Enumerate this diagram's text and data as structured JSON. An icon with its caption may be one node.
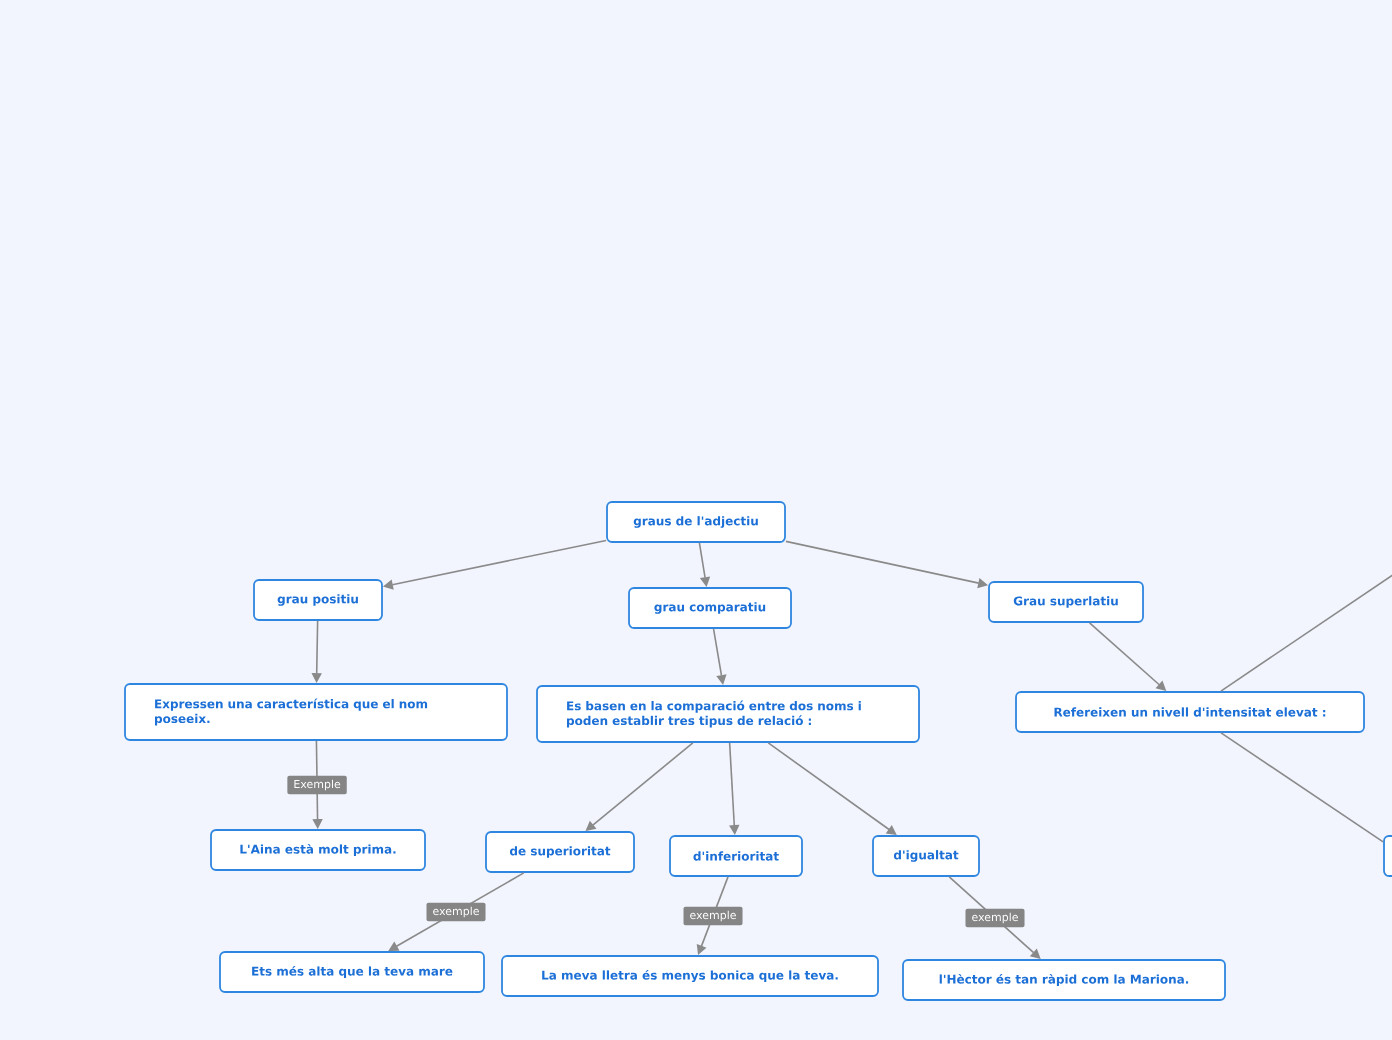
{
  "diagram": {
    "nodes": [
      {
        "text": [
          "graus de l'adjectiu"
        ]
      },
      {
        "text": [
          "grau positiu"
        ]
      },
      {
        "text": [
          "grau comparatiu"
        ]
      },
      {
        "text": [
          "Grau superlatiu"
        ]
      },
      {
        "text": [
          "Expressen una característica que el nom poseeix."
        ]
      },
      {
        "text": [
          "Es basen en la comparació entre dos noms i poden establir tres tipus de relació :"
        ]
      },
      {
        "text": [
          "Refereixen un nivell d'intensitat elevat :"
        ]
      },
      {
        "text": [
          "L'Aina està molt prima."
        ]
      },
      {
        "text": [
          "de superioritat"
        ]
      },
      {
        "text": [
          "d'inferioritat"
        ]
      },
      {
        "text": [
          "d'igualtat"
        ]
      },
      {
        "text": [
          "Ets més alta que la teva mare"
        ]
      },
      {
        "text": [
          "La meva lletra és menys bonica que la teva."
        ]
      },
      {
        "text": [
          "l'Hèctor és tan ràpid com la Mariona."
        ]
      },
      {
        "text": [],
        "shape": "box"
      }
    ],
    "edges": [
      {
        "from": 0,
        "to": 1,
        "arrow": "to"
      },
      {
        "from": 0,
        "to": 2,
        "arrow": "to"
      },
      {
        "from": 0,
        "to": 3,
        "arrow": "to"
      },
      {
        "from": 1,
        "to": 4,
        "arrow": "to"
      },
      {
        "from": 2,
        "to": 5,
        "arrow": "to"
      },
      {
        "from": 3,
        "to": 6,
        "arrow": "to"
      },
      {
        "from": 4,
        "to": 7,
        "arrow": "to",
        "label": "Exemple"
      },
      {
        "from": 5,
        "to": 8,
        "arrow": "to"
      },
      {
        "from": 5,
        "to": 9,
        "arrow": "to"
      },
      {
        "from": 5,
        "to": 10,
        "arrow": "to"
      },
      {
        "from": 8,
        "to": 11,
        "arrow": "to",
        "label": "exemple"
      },
      {
        "from": 9,
        "to": 12,
        "arrow": "to",
        "label": "exemple"
      },
      {
        "from": 10,
        "to": 13,
        "arrow": "to",
        "label": "exemple"
      },
      {
        "from": 6,
        "to": null,
        "arrow": "none"
      },
      {
        "from": 6,
        "to": 14,
        "arrow": "none"
      }
    ]
  }
}
